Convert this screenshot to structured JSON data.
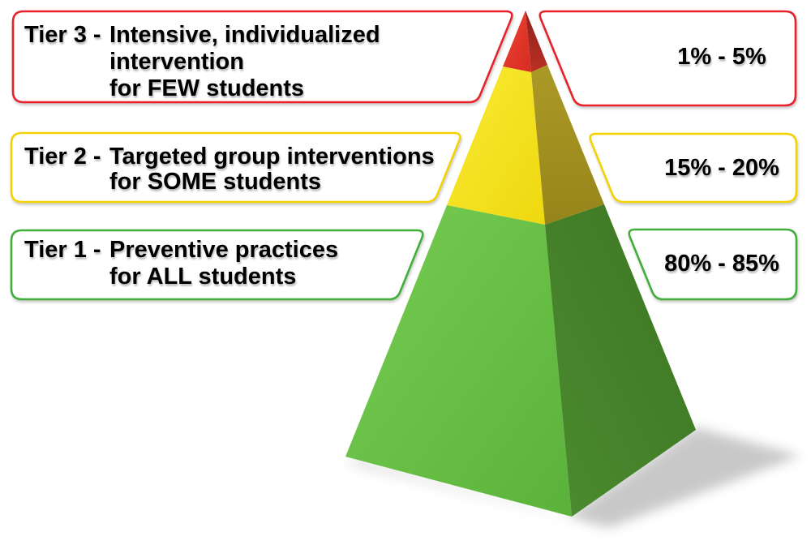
{
  "diagram": {
    "background": "#ffffff",
    "text_color": "#000000",
    "type": "three-tier intervention pyramid"
  },
  "tiers": [
    {
      "name": "Tier 3",
      "prefix": "Tier 3 -",
      "lines": [
        "Intensive, individualized",
        "intervention",
        "for FEW students"
      ],
      "percent": "1% - 5%",
      "border_color": "#e8212b"
    },
    {
      "name": "Tier 2",
      "prefix": "Tier 2 -",
      "lines": [
        "Targeted group interventions",
        "for SOME students"
      ],
      "percent": "15% - 20%",
      "border_color": "#f2d206"
    },
    {
      "name": "Tier 1",
      "prefix": "Tier 1 -",
      "lines": [
        "Preventive practices",
        "for ALL students"
      ],
      "percent": "80% - 85%",
      "border_color": "#3fae39"
    }
  ],
  "pyramid": {
    "shadow_color": "#c6c6c6",
    "faces": {
      "red_front": {
        "from": "#ef4434",
        "to": "#d52b21"
      },
      "red_side": {
        "from": "#8f241d",
        "to": "#b92f24"
      },
      "yellow_front": {
        "from": "#f9ea35",
        "to": "#eed90f"
      },
      "yellow_side": {
        "from": "#ab9926",
        "to": "#97851b"
      },
      "green_front": {
        "from": "#77cd52",
        "to": "#5bb23a"
      },
      "green_side": {
        "from": "#3c7423",
        "to": "#4c8c2f"
      }
    }
  }
}
